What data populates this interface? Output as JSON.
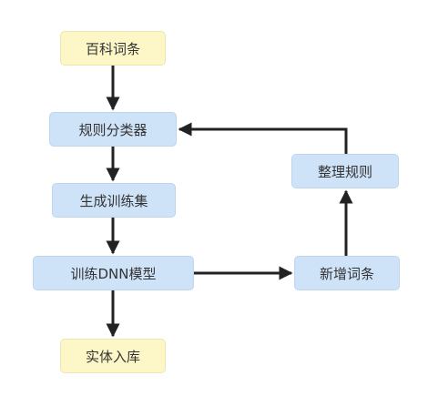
{
  "diagram": {
    "nodes": {
      "baike": "百科词条",
      "classifier": "规则分类器",
      "training_set": "生成训练集",
      "dnn": "训练DNN模型",
      "entity": "实体入库",
      "rules": "整理规则",
      "new_words": "新增词条"
    },
    "edges": [
      {
        "from": "百科词条",
        "to": "规则分类器"
      },
      {
        "from": "规则分类器",
        "to": "生成训练集"
      },
      {
        "from": "生成训练集",
        "to": "训练DNN模型"
      },
      {
        "from": "训练DNN模型",
        "to": "实体入库"
      },
      {
        "from": "训练DNN模型",
        "to": "新增词条"
      },
      {
        "from": "新增词条",
        "to": "整理规则"
      },
      {
        "from": "整理规则",
        "to": "规则分类器"
      }
    ],
    "colors": {
      "start_end_fill": "#fdf7c8",
      "process_fill": "#cfe3f8",
      "arrow": "#222222"
    }
  }
}
